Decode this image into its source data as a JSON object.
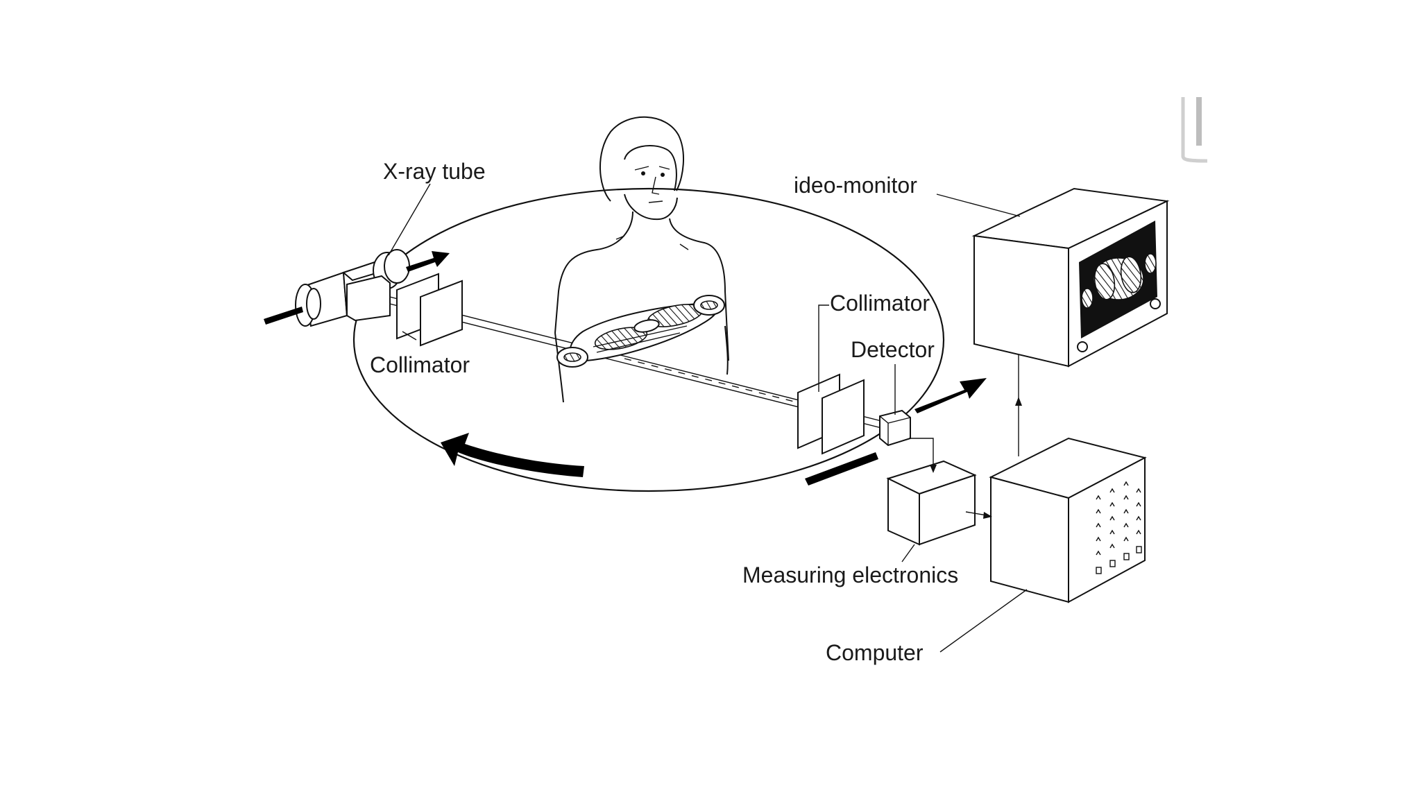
{
  "labels": {
    "xray_tube": "X-ray tube",
    "collimator_left": "Collimator",
    "collimator_right": "Collimator",
    "detector": "Detector",
    "video_monitor": "ideo-monitor",
    "measuring_electronics": "Measuring electronics",
    "computer": "Computer"
  },
  "colors": {
    "line": "#111111",
    "background": "#ffffff",
    "arrow": "#000000"
  }
}
